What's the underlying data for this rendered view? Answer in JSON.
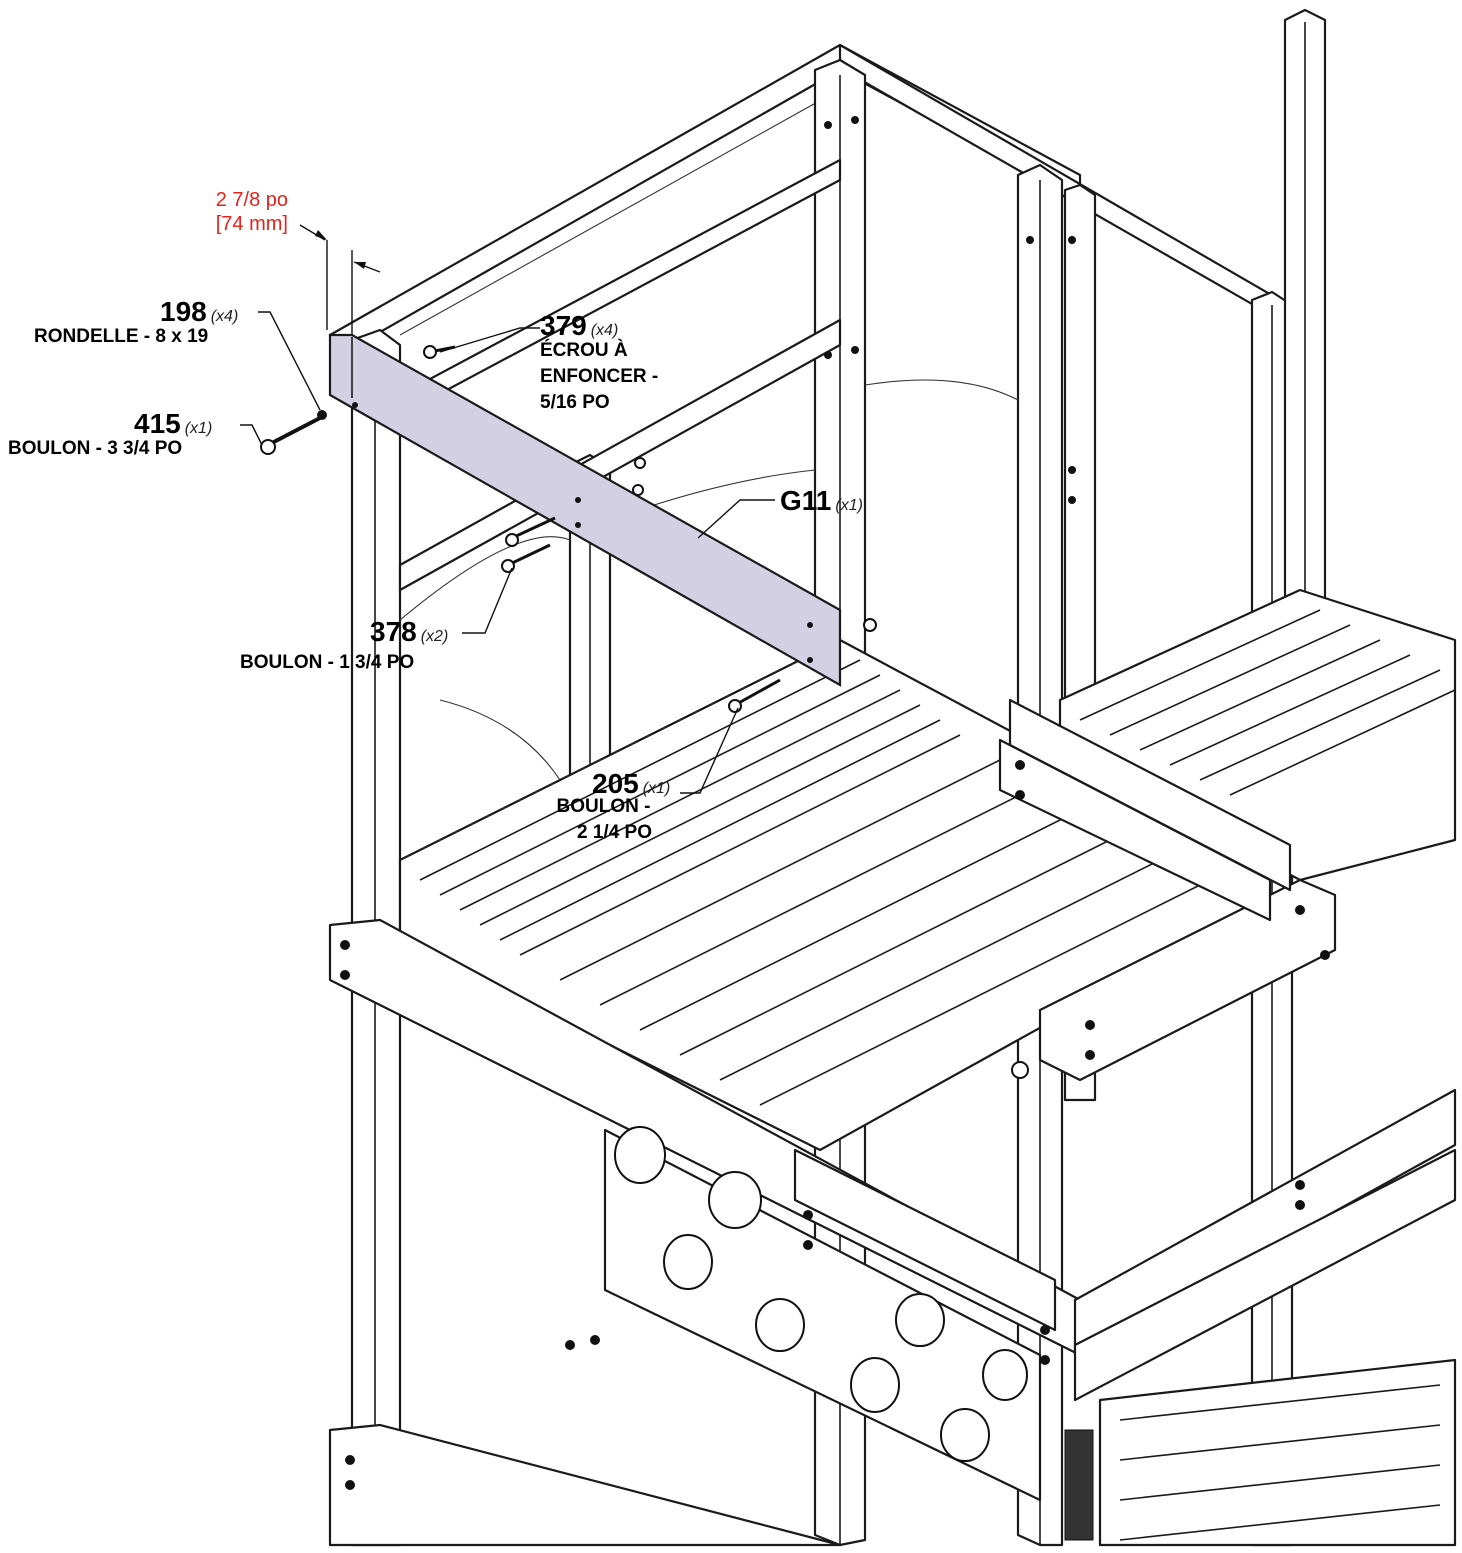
{
  "dimension": {
    "line1": "2 7/8 po",
    "line2": "[74 mm]"
  },
  "callouts": {
    "c198": {
      "part": "198",
      "qty": "(x4)",
      "desc": "RONDELLE - 8 x 19"
    },
    "c379": {
      "part": "379",
      "qty": "(x4)",
      "desc1": "ÉCROU À",
      "desc2": "ENFONCER -",
      "desc3": "5/16 PO"
    },
    "c415": {
      "part": "415",
      "qty": "(x1)",
      "desc": "BOULON - 3 3/4 PO"
    },
    "cG11": {
      "part": "G11",
      "qty": "(x1)"
    },
    "c378": {
      "part": "378",
      "qty": "(x2)",
      "desc": "BOULON - 1 3/4 PO"
    },
    "c205": {
      "part": "205",
      "qty": "(x1)",
      "desc1": "BOULON -",
      "desc2": "2 1/4 PO"
    }
  },
  "colors": {
    "highlight_board": "#d4d0e3",
    "dimension_text": "#e32219",
    "line": "#1a1a1a"
  }
}
